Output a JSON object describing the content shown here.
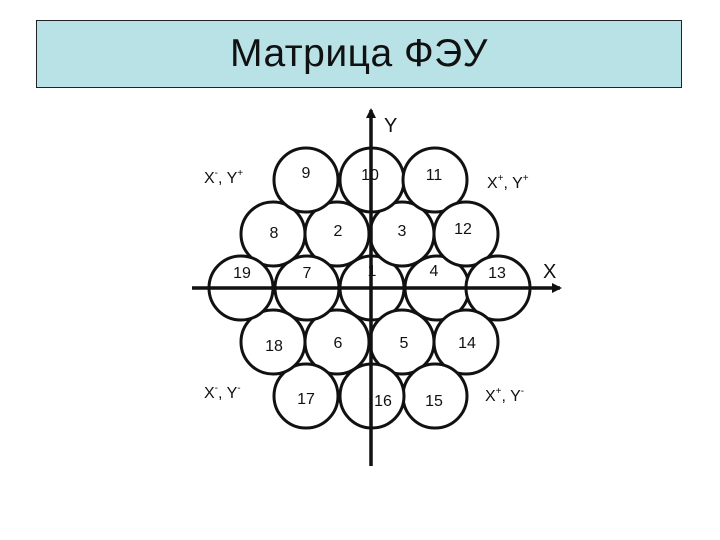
{
  "title": "Матрица ФЭУ",
  "axes": {
    "x_label": "X",
    "y_label": "Y"
  },
  "quadrant_labels": [
    {
      "id": "top-left",
      "x": "X",
      "x_sign": "-",
      "sep": ", ",
      "y": "Y",
      "y_sign": "+"
    },
    {
      "id": "top-right",
      "x": "X",
      "x_sign": "+",
      "sep": ", ",
      "y": "Y",
      "y_sign": "+"
    },
    {
      "id": "bottom-left",
      "x": "X",
      "x_sign": "-",
      "sep": ", ",
      "y": "Y",
      "y_sign": "-"
    },
    {
      "id": "bottom-right",
      "x": "X",
      "x_sign": "+",
      "sep": ", ",
      "y": "Y",
      "y_sign": "-"
    }
  ],
  "pmt_cells": [
    {
      "number": "1"
    },
    {
      "number": "2"
    },
    {
      "number": "3"
    },
    {
      "number": "4"
    },
    {
      "number": "5"
    },
    {
      "number": "6"
    },
    {
      "number": "7"
    },
    {
      "number": "8"
    },
    {
      "number": "9"
    },
    {
      "number": "10"
    },
    {
      "number": "11"
    },
    {
      "number": "12"
    },
    {
      "number": "13"
    },
    {
      "number": "14"
    },
    {
      "number": "15"
    },
    {
      "number": "16"
    },
    {
      "number": "17"
    },
    {
      "number": "18"
    },
    {
      "number": "19"
    }
  ]
}
